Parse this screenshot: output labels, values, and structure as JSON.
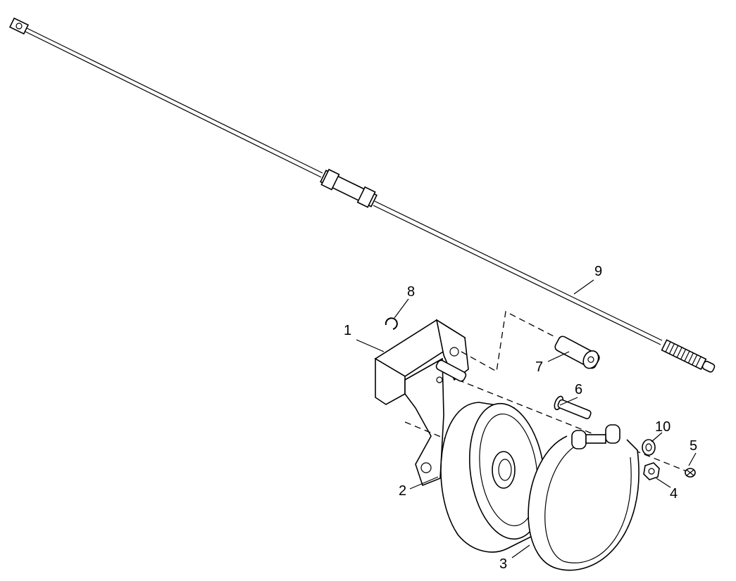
{
  "diagram": {
    "type": "exploded-parts-view",
    "callouts": {
      "bracket": "1",
      "pulley": "2",
      "brake_band": "3",
      "nut": "4",
      "cotter_pin": "5",
      "pin": "6",
      "clevis": "7",
      "e_clip": "8",
      "cable": "9",
      "washer": "10"
    },
    "colors": {
      "line": "#000000",
      "background": "#ffffff"
    }
  }
}
